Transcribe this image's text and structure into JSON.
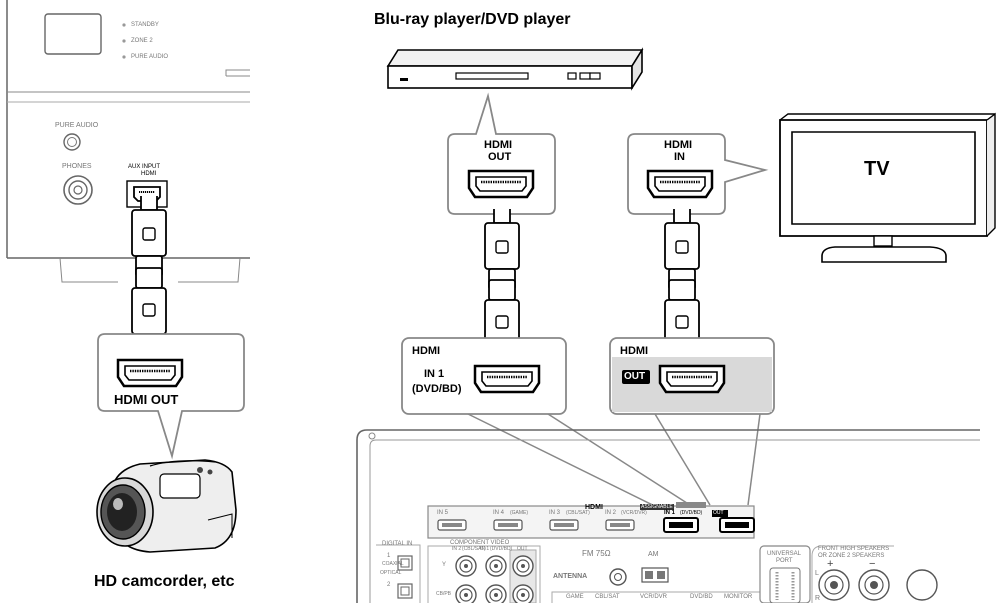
{
  "front_panel": {
    "standby": "STANDBY",
    "zone2": "ZONE 2",
    "pure_audio_led": "PURE AUDIO",
    "pure_audio_button": "PURE AUDIO",
    "phones": "PHONES",
    "aux_input_line1": "AUX INPUT",
    "aux_input_line2": "HDMI"
  },
  "camcorder": {
    "callout_label": "HDMI OUT",
    "caption": "HD camcorder, etc"
  },
  "bluray": {
    "title": "Blu-ray player/DVD player",
    "callout_line1": "HDMI",
    "callout_line2": "OUT"
  },
  "tv": {
    "label": "TV",
    "callout_line1": "HDMI",
    "callout_line2": "IN"
  },
  "receiver_in": {
    "header": "HDMI",
    "port_line1": "IN 1",
    "port_line2": "(DVD/BD)"
  },
  "receiver_out": {
    "header": "HDMI",
    "badge": "OUT"
  },
  "rear_panel": {
    "hdmi_label": "HDMI",
    "assignable": "ASSIGNABLE",
    "in5": "IN 5",
    "in4": "IN 4",
    "in4_sub": "(GAME)",
    "in3": "IN 3",
    "in3_sub": "(CBL/SAT)",
    "in2": "IN 2",
    "in2_sub": "(VCR/DVR)",
    "in1": "IN 1",
    "in1_sub": "(DVD/BD)",
    "out": "OUT",
    "digital_in": "DIGITAL IN",
    "coaxial": "COAXIAL",
    "optical": "OPTICAL",
    "component_video": "COMPONENT VIDEO",
    "comp_in2": "IN 2",
    "comp_in2_sub": "(CBL/SAT)",
    "comp_in1": "IN 1",
    "comp_in1_sub": "(DVD/BD)",
    "comp_out": "OUT",
    "y": "Y",
    "cb": "CB/PB",
    "fm": "FM 75Ω",
    "am": "AM",
    "antenna": "ANTENNA",
    "game": "GAME",
    "cbl_sat": "CBL/SAT",
    "vcr_dvr": "VCR/DVR",
    "dvd_bd": "DVD/BD",
    "monitor": "MONITOR",
    "universal": "UNIVERSAL",
    "port": "PORT",
    "front_high_1": "FRONT HIGH SPEAKERS",
    "front_high_2": "OR ZONE 2 SPEAKERS",
    "l": "L",
    "r": "R",
    "plus": "+",
    "minus": "−",
    "one": "1",
    "two": "2"
  }
}
